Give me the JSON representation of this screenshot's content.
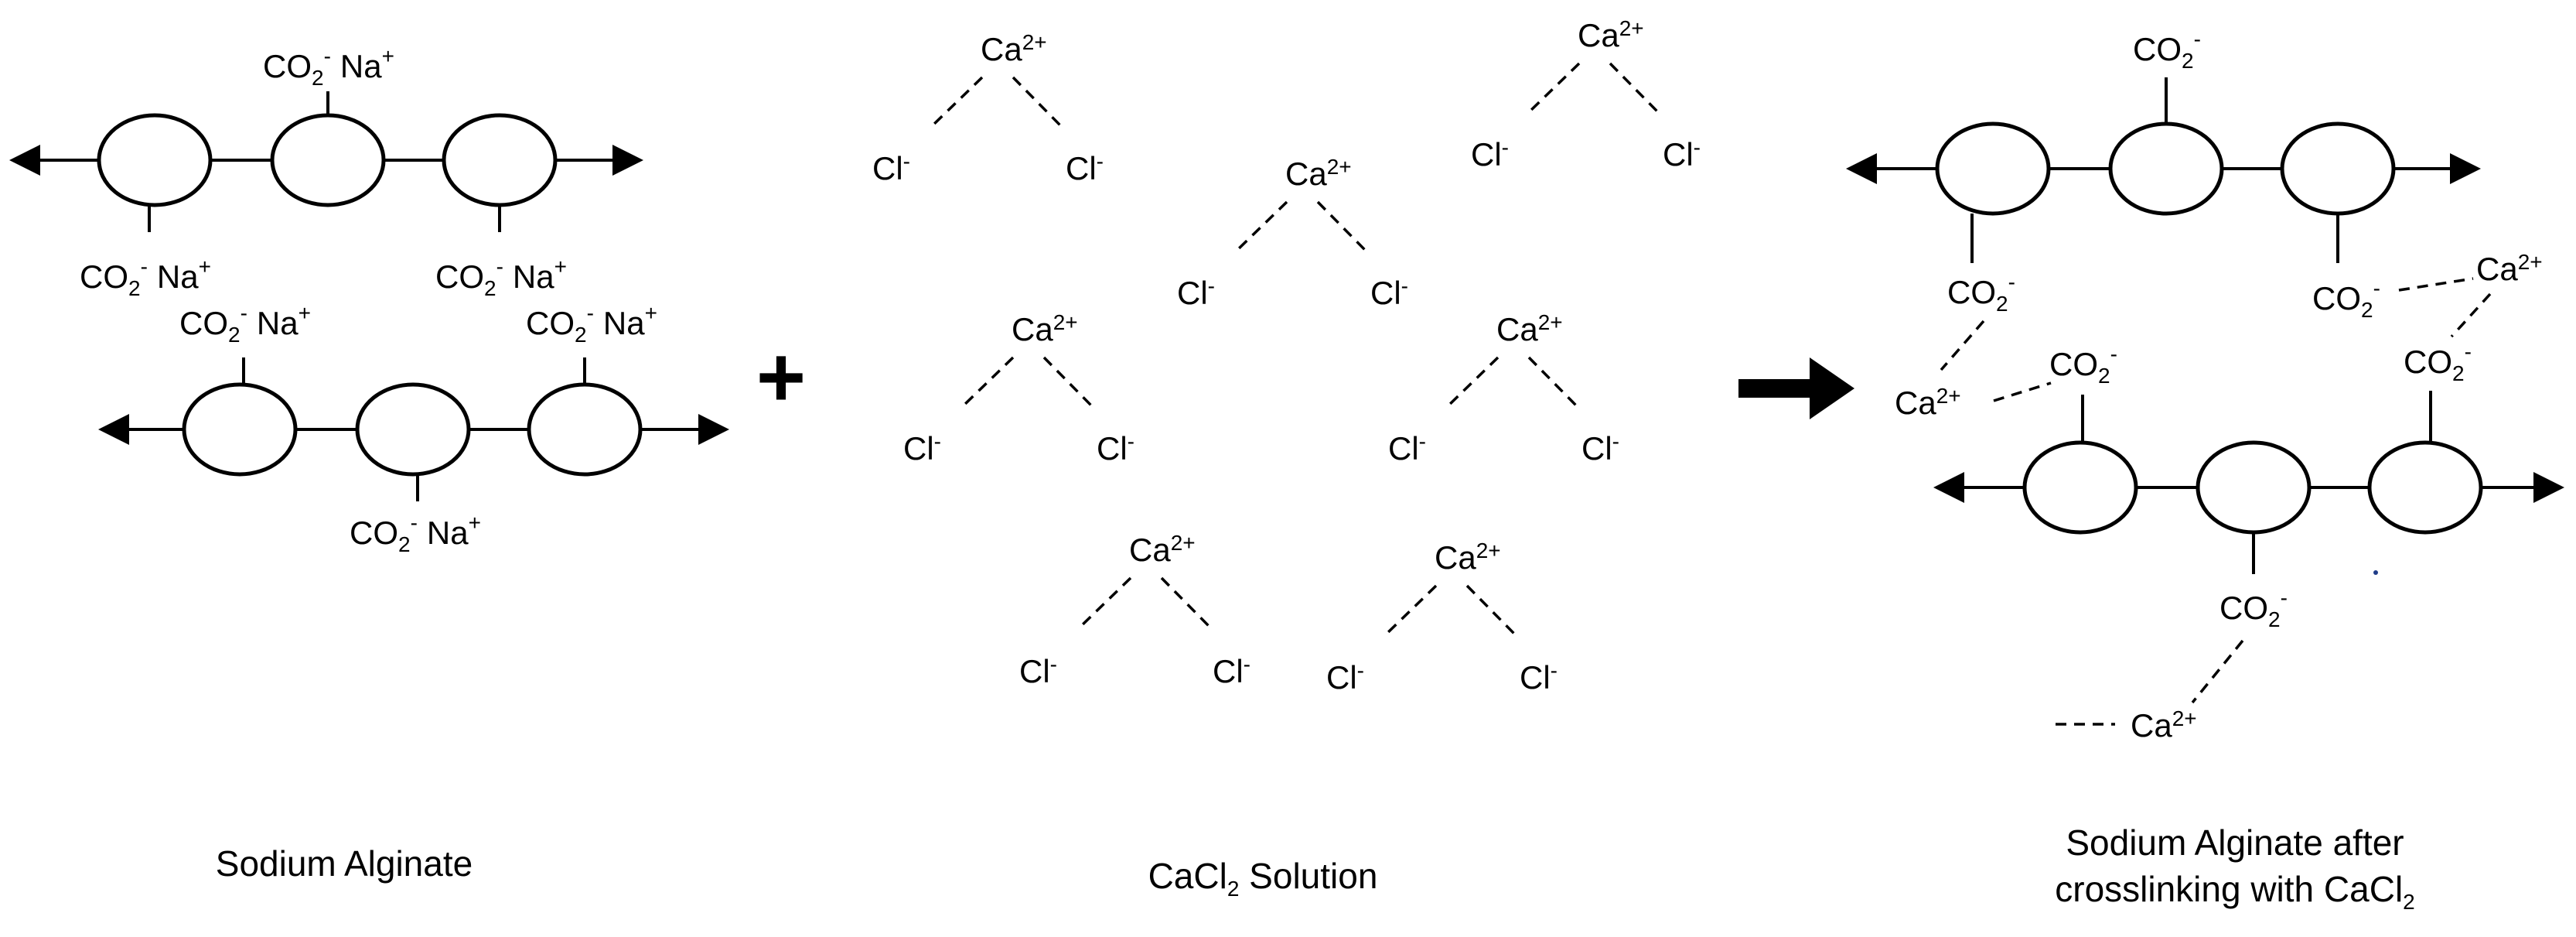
{
  "labels": {
    "co2": "CO",
    "co2_sub": "2",
    "co2_charge": "-",
    "na": "Na",
    "na_charge": "+",
    "ca": "Ca",
    "ca_charge": "2+",
    "cl": "Cl",
    "cl_charge": "-"
  },
  "symbols": {
    "plus": "+"
  },
  "captions": {
    "sodium_alginate": "Sodium Alginate",
    "cacl2_prefix": "CaCl",
    "cacl2_sub": "2",
    "cacl2_suffix": " Solution",
    "after_line1": "Sodium Alginate after",
    "after_line2_prefix": "crosslinking with CaCl",
    "after_line2_sub": "2"
  },
  "colors": {
    "ink": "#000000",
    "background": "#ffffff"
  }
}
